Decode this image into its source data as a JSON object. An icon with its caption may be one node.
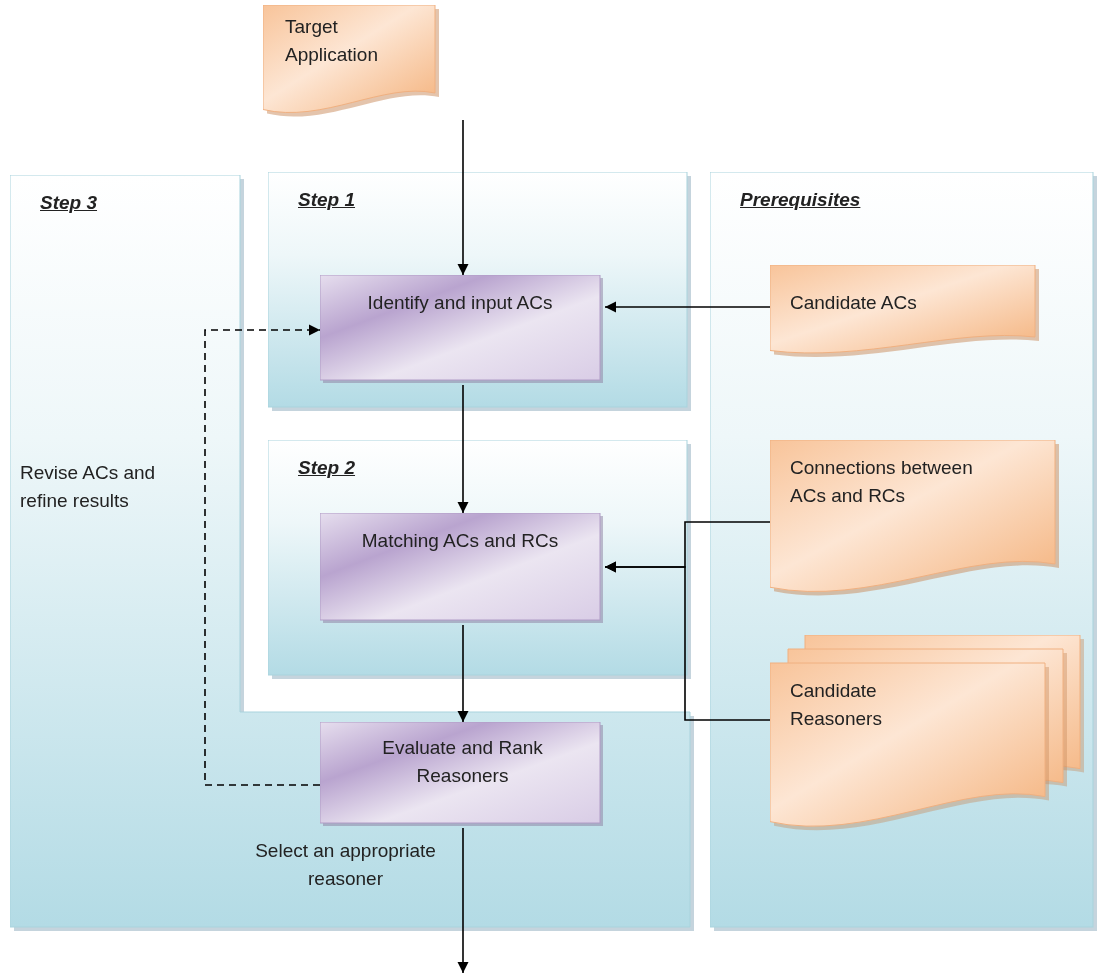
{
  "diagram": {
    "nodes": [
      {
        "text": [
          "Target Application"
        ]
      },
      {
        "text": [
          "Step 3",
          "Revise ACs and refine results",
          "Select an appropriate reasoner"
        ]
      },
      {
        "text": [
          "Step 1"
        ]
      },
      {
        "text": [
          "Identify and input ACs"
        ],
        "in": 2
      },
      {
        "text": [
          "Step 2"
        ]
      },
      {
        "text": [
          "Matching ACs and RCs"
        ],
        "in": 4
      },
      {
        "text": [
          "Evaluate and Rank Reasoners"
        ],
        "in": 1
      },
      {
        "text": [
          "Prerequisites"
        ]
      },
      {
        "text": [
          "Candidate ACs"
        ],
        "in": 7
      },
      {
        "text": [
          "Connections between ACs and RCs"
        ],
        "in": 7
      },
      {
        "text": [
          "Candidate Reasoners"
        ],
        "in": 7
      }
    ],
    "edges": [
      {
        "from": 0,
        "to": 3,
        "arrow": "to"
      },
      {
        "from": 8,
        "to": 3,
        "arrow": "to"
      },
      {
        "from": 3,
        "to": 5,
        "arrow": "to"
      },
      {
        "from": 9,
        "to": 5,
        "arrow": "to"
      },
      {
        "from": 10,
        "to": 5,
        "arrow": "to"
      },
      {
        "from": 5,
        "to": 6,
        "arrow": "to"
      },
      {
        "from": 6,
        "to": 3,
        "arrow": "to",
        "style": "dashed"
      },
      {
        "from": 6,
        "to": null,
        "arrow": "to"
      }
    ]
  }
}
